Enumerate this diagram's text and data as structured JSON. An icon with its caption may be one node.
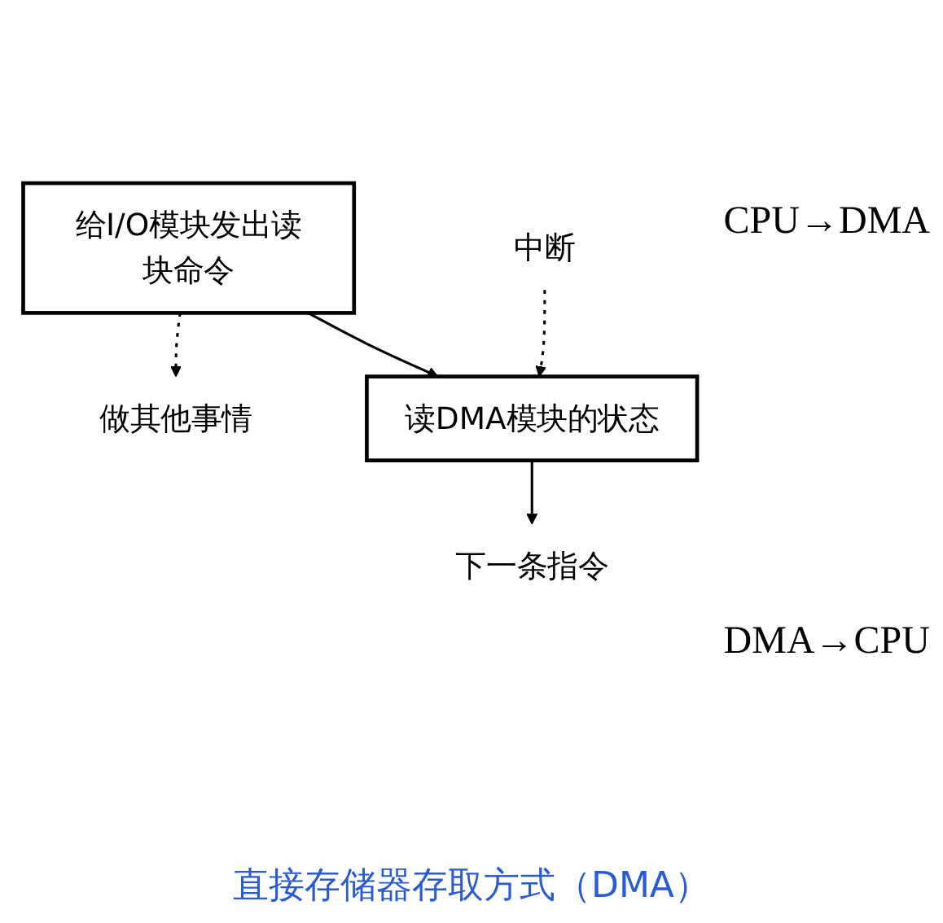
{
  "diagram": {
    "caption": "直接存储器存取方式（DMA）",
    "nodes": [
      {
        "text": [
          "给I/O模块发出读块命令"
        ]
      },
      {
        "text": [
          "做其他事情"
        ]
      },
      {
        "text": [
          "读DMA模块的状态"
        ]
      },
      {
        "text": [
          "中断"
        ]
      },
      {
        "text": [
          "下一条指令"
        ]
      }
    ],
    "edges": [
      {
        "from": 0,
        "to": 1,
        "arrow": "to",
        "style": "dashed"
      },
      {
        "from": 0,
        "to": 2,
        "arrow": "to"
      },
      {
        "from": 3,
        "to": 2,
        "arrow": "to",
        "style": "dashed"
      },
      {
        "from": 2,
        "to": 4,
        "arrow": "to"
      }
    ],
    "labels": [
      "CPU→DMA",
      "DMA→CPU"
    ]
  }
}
